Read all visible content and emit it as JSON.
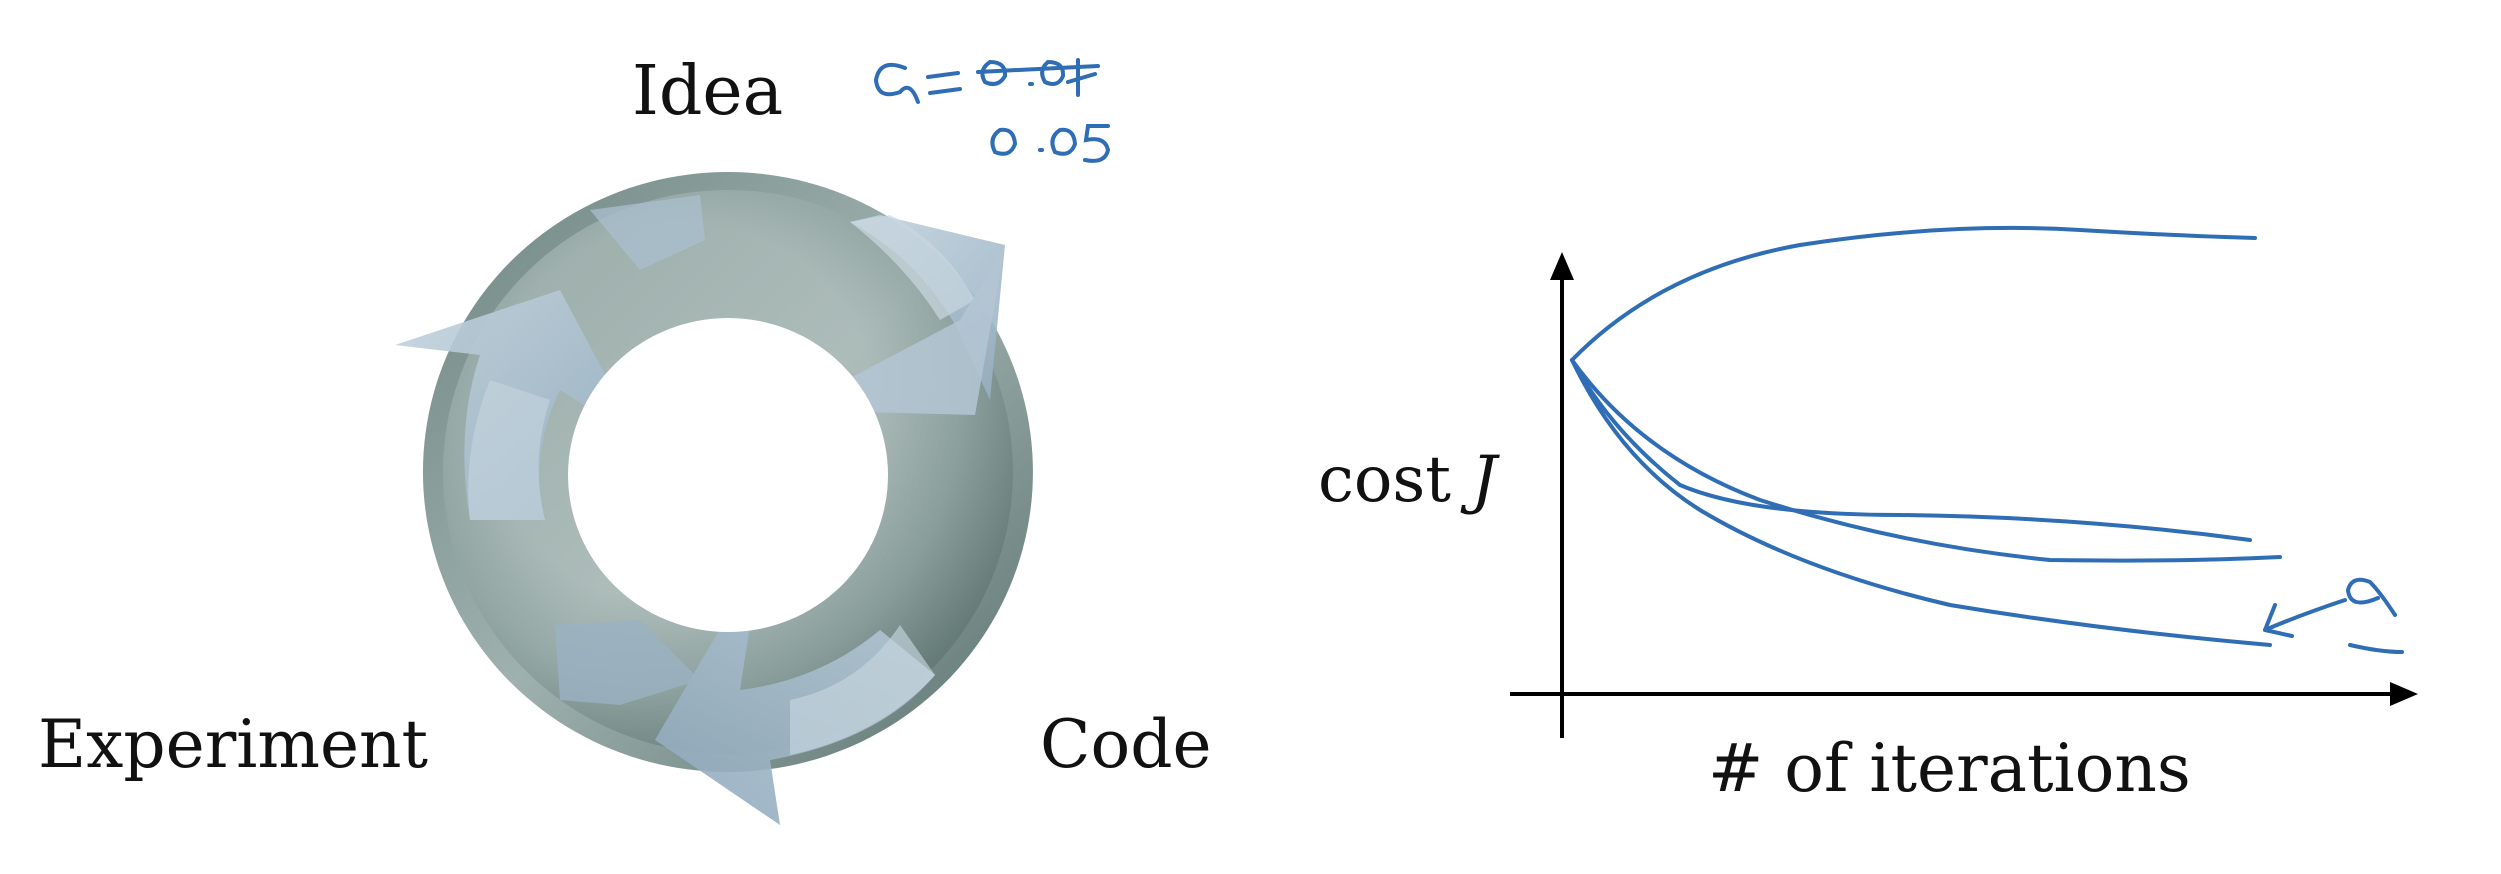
{
  "cycle": {
    "idea_label": "Idea",
    "code_label": "Code",
    "experiment_label": "Experiment"
  },
  "graph": {
    "ylabel_text": "cost",
    "ylabel_var": "J",
    "xlabel": "# of iterations"
  },
  "annotations": {
    "alpha_symbol": "α",
    "crossed_out_value": "0.01",
    "new_value": "0.05"
  },
  "colors": {
    "ink_blue": "#2f6db5",
    "ring_dark": "#5d7572",
    "ring_light": "#a9b9b6",
    "arrow_fill": "#a9c0d0",
    "text": "#111111"
  }
}
